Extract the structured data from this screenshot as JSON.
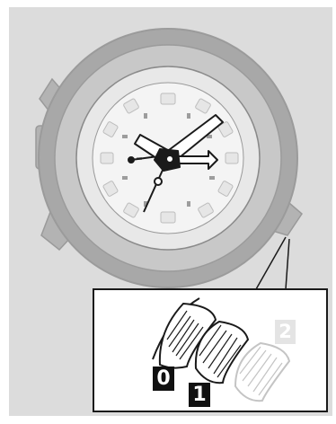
{
  "figure": {
    "background_color": "#dcdcdc",
    "watch_bezel_color": "#a8a8a8",
    "dial_color": "#f4f4f4",
    "ink_color": "#1a1a1a"
  },
  "crown_positions": [
    {
      "label": "0",
      "state": "pushed-in",
      "style": "dark"
    },
    {
      "label": "1",
      "state": "first-click",
      "style": "dark"
    },
    {
      "label": "2",
      "state": "fully-pulled",
      "style": "faint"
    }
  ]
}
